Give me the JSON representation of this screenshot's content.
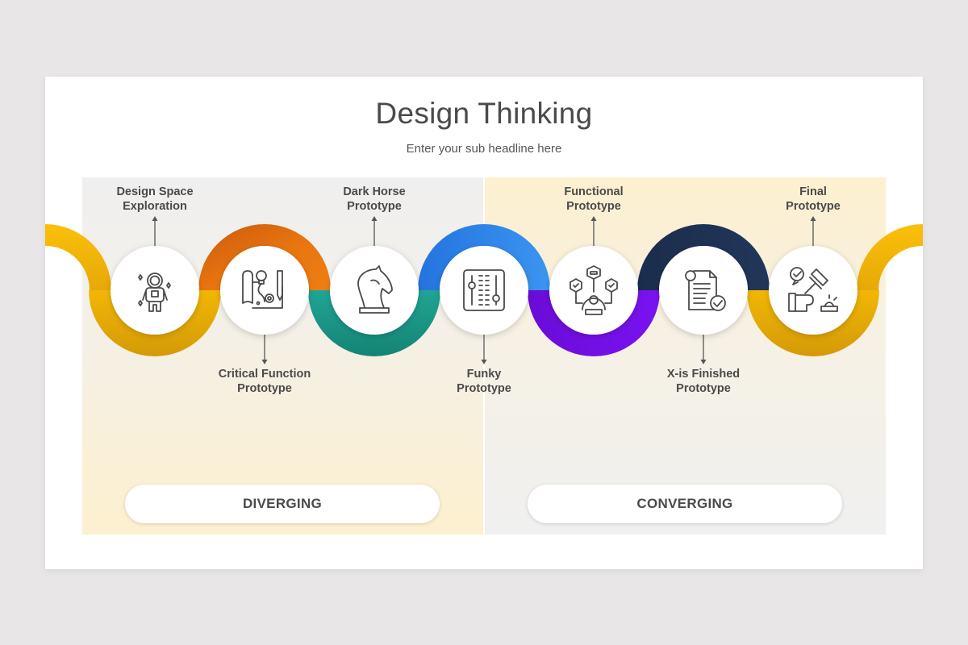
{
  "slide": {
    "title": "Design Thinking",
    "subtitle": "Enter your sub headline here"
  },
  "colors": {
    "background": "#e8e6e7",
    "card": "#ffffff",
    "yellow": "#e8ad0a",
    "orange": "#e0700f",
    "teal": "#1a9a8a",
    "blue": "#2f86e6",
    "purple": "#6a0fe0",
    "navy": "#1e3152",
    "text": "#4a4a4a"
  },
  "steps": [
    {
      "label_line1": "Design Space",
      "label_line2": "Exploration",
      "position": "top",
      "icon": "astronaut-icon",
      "arc_color": "yellow"
    },
    {
      "label_line1": "Critical Function",
      "label_line2": "Prototype",
      "position": "bottom",
      "icon": "blueprint-idea-icon",
      "arc_color": "orange"
    },
    {
      "label_line1": "Dark Horse",
      "label_line2": "Prototype",
      "position": "top",
      "icon": "chess-knight-icon",
      "arc_color": "teal"
    },
    {
      "label_line1": "Funky",
      "label_line2": "Prototype",
      "position": "bottom",
      "icon": "sliders-panel-icon",
      "arc_color": "blue"
    },
    {
      "label_line1": "Functional",
      "label_line2": "Prototype",
      "position": "top",
      "icon": "gear-network-icon",
      "arc_color": "purple"
    },
    {
      "label_line1": "X-is Finished",
      "label_line2": "Prototype",
      "position": "bottom",
      "icon": "document-check-icon",
      "arc_color": "navy"
    },
    {
      "label_line1": "Final",
      "label_line2": "Prototype",
      "position": "top",
      "icon": "gavel-bell-icon",
      "arc_color": "yellow"
    }
  ],
  "phases": [
    {
      "label": "DIVERGING"
    },
    {
      "label": "CONVERGING"
    }
  ]
}
